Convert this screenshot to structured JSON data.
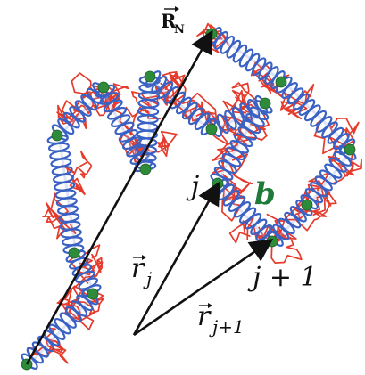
{
  "labels": {
    "end_to_end_vector": "R",
    "end_to_end_subscript": "N",
    "bead_j": "j",
    "bead_j_plus_1": "j + 1",
    "bond_length": "b",
    "position_j": "r",
    "position_j_subscript": "j",
    "position_j1": "r",
    "position_j1_subscript": "j+1"
  },
  "colors": {
    "random_walk": "#e53b2c",
    "spring": "#3a62c4",
    "spring_highlight": "#9fb4e8",
    "bead": "#2d8b3a",
    "arrow": "#111111",
    "bond_label": "#1f7a3a"
  }
}
